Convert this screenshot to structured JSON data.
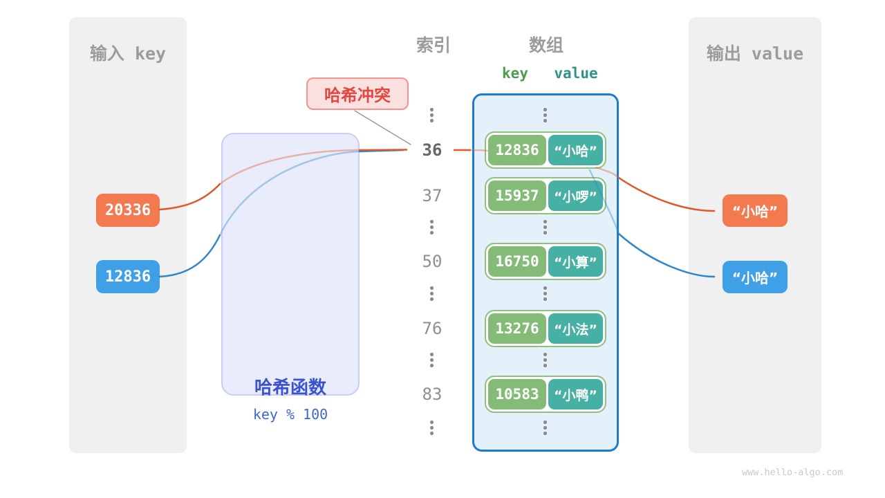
{
  "page": {
    "watermark": "www.hello-algo.com"
  },
  "input_panel": {
    "title": "输入 key",
    "keys": [
      {
        "value": "20336",
        "color": "#f3794f"
      },
      {
        "value": "12836",
        "color": "#3fa0e8"
      }
    ]
  },
  "hash_function": {
    "title": "哈希函数",
    "formula": "key % 100"
  },
  "collision_label": {
    "text": "哈希冲突"
  },
  "index_column": {
    "title": "索引",
    "rows": [
      {
        "type": "dots"
      },
      {
        "type": "index",
        "value": "36",
        "highlight": true
      },
      {
        "type": "index",
        "value": "37"
      },
      {
        "type": "dots"
      },
      {
        "type": "index",
        "value": "50"
      },
      {
        "type": "dots"
      },
      {
        "type": "index",
        "value": "76"
      },
      {
        "type": "dots"
      },
      {
        "type": "index",
        "value": "83"
      },
      {
        "type": "dots"
      }
    ]
  },
  "array_panel": {
    "title": "数组",
    "key_header": "key",
    "value_header": "value",
    "rows": [
      {
        "type": "dots"
      },
      {
        "type": "pair",
        "key": "12836",
        "value": "“小哈”"
      },
      {
        "type": "pair",
        "key": "15937",
        "value": "“小啰”"
      },
      {
        "type": "dots"
      },
      {
        "type": "pair",
        "key": "16750",
        "value": "“小算”"
      },
      {
        "type": "dots"
      },
      {
        "type": "pair",
        "key": "13276",
        "value": "“小法”"
      },
      {
        "type": "dots"
      },
      {
        "type": "pair",
        "key": "10583",
        "value": "“小鸭”"
      },
      {
        "type": "dots"
      }
    ]
  },
  "output_panel": {
    "title": "输出 value",
    "values": [
      {
        "value": "“小哈”",
        "color": "#f3794f"
      },
      {
        "value": "“小哈”",
        "color": "#3fa0e8"
      }
    ]
  },
  "colors": {
    "panel_bg": "#f0f0f0",
    "orange": "#f3794f",
    "blue": "#3fa0e8",
    "green_key": "#84bb76",
    "teal_value": "#47b0a4",
    "arrow_orange": "#e2552a",
    "arrow_blue": "#2e86cc",
    "collision_red": "#e04740",
    "hash_blue": "#3b53d0",
    "array_border": "#1b7cd0"
  }
}
